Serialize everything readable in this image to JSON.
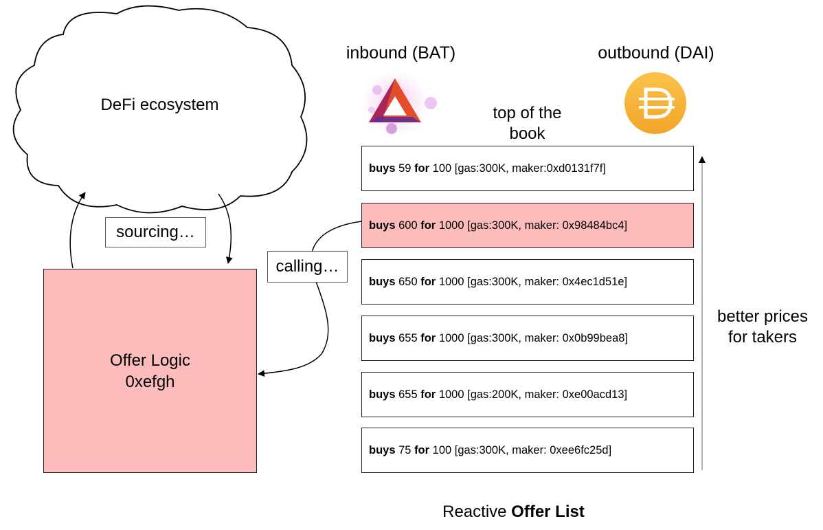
{
  "cloud": {
    "label": "DeFi ecosystem"
  },
  "sourcing_label": "sourcing…",
  "calling_label": "calling…",
  "offer_logic": {
    "line1": "Offer Logic",
    "line2": "0xefgh"
  },
  "inbound": {
    "label": "inbound (BAT)",
    "icon": "bat-token-icon",
    "color": "#e34d29"
  },
  "outbound": {
    "label": "outbound (DAI)",
    "icon": "dai-token-icon",
    "color": "#f5ac37"
  },
  "top_of_book": {
    "line1": "top of the",
    "line2": "book"
  },
  "better_prices": {
    "line1": "better prices",
    "line2": "for takers"
  },
  "offers": [
    {
      "buys": "buys",
      "amount": "59",
      "for": "for",
      "rest": "100 [gas:300K, maker:0xd0131f7f]",
      "highlighted": false
    },
    {
      "buys": "buys",
      "amount": "600",
      "for": "for",
      "rest": "1000 [gas:300K, maker:  0x98484bc4]",
      "highlighted": true
    },
    {
      "buys": "buys",
      "amount": "650",
      "for": "for",
      "rest": "1000 [gas:300K, maker: 0x4ec1d51e]",
      "highlighted": false
    },
    {
      "buys": "buys",
      "amount": "655",
      "for": "for",
      "rest": "1000 [gas:300K, maker: 0x0b99bea8]",
      "highlighted": false
    },
    {
      "buys": "buys",
      "amount": "655",
      "for": "for",
      "rest": "1000 [gas:200K, maker: 0xe00acd13]",
      "highlighted": false
    },
    {
      "buys": "buys",
      "amount": "75",
      "for": "for",
      "rest": "100 [gas:300K, maker: 0xee6fc25d]",
      "highlighted": false
    }
  ],
  "footer": {
    "prefix": "Reactive",
    "bold": "Offer List"
  },
  "colors": {
    "highlight": "#fdbcbc"
  }
}
